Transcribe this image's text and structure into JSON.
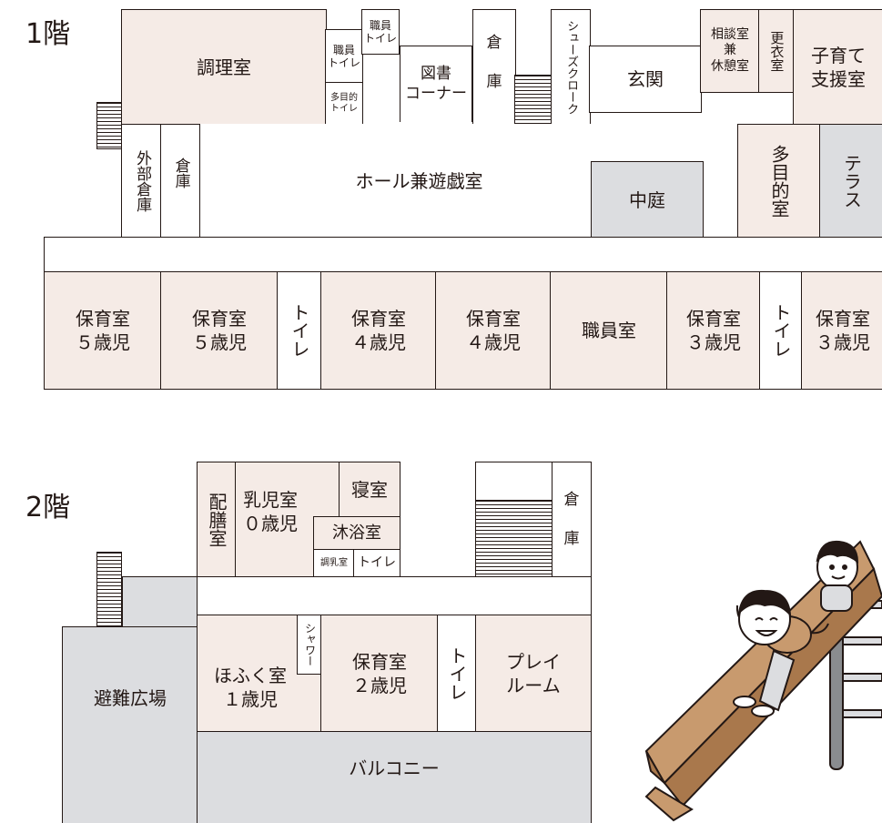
{
  "floor1": {
    "label": "1階",
    "rooms": {
      "kitchen": "調理室",
      "staff_toilet_a": "職員\nトイレ",
      "staff_toilet_b": "職員\nトイレ",
      "multi_toilet": "多目的\nトイレ",
      "library": "図書\nコーナー",
      "storage_top": "倉\n\n庫",
      "shoe_cloak": "シューズクローク",
      "entrance": "玄関",
      "consult": "相談室\n兼\n休憩室",
      "changing": "更衣室",
      "support": "子育て\n支援室",
      "multipurpose": "多目的室",
      "terrace": "テラス",
      "outer_storage": "外部倉庫",
      "storage_left": "倉庫",
      "hall": "ホール兼遊戯室",
      "courtyard": "中庭",
      "nursery_5a": "保育室\n５歳児",
      "nursery_5b": "保育室\n５歳児",
      "toilet_1": "トイレ",
      "nursery_4a": "保育室\n４歳児",
      "nursery_4b": "保育室\n４歳児",
      "staff_room": "職員室",
      "nursery_3a": "保育室\n３歳児",
      "toilet_2": "トイレ",
      "nursery_3b": "保育室\n３歳児"
    }
  },
  "floor2": {
    "label": "2階",
    "rooms": {
      "serving": "配膳室",
      "infant": "乳児室\n０歳児",
      "bedroom": "寝室",
      "bath": "沐浴室",
      "milk": "調乳室",
      "toilet_small": "トイレ",
      "storage": "倉\n\n庫",
      "hofuku": "ほふく室\n１歳児",
      "shower": "シャワー",
      "nursery_2": "保育室\n２歳児",
      "toilet": "トイレ",
      "playroom": "プレイ\nルーム",
      "evacuation": "避難広場",
      "balcony": "バルコニー"
    }
  },
  "colors": {
    "room_pink": "#f5ebe6",
    "room_gray": "#dcdde0",
    "line": "#231815"
  }
}
